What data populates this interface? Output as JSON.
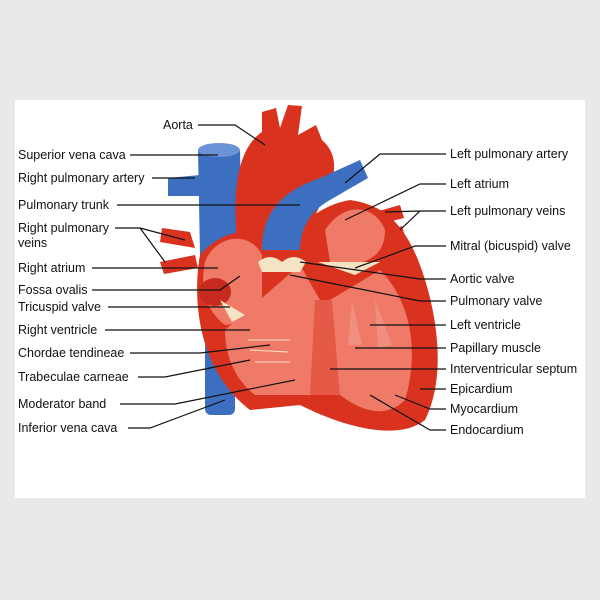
{
  "title": "Internal anatomy of the heart",
  "labels_left": {
    "aorta": "Aorta",
    "superior_vena_cava": "Superior vena cava",
    "right_pulmonary_artery": "Right pulmonary artery",
    "pulmonary_trunk": "Pulmonary trunk",
    "right_pulmonary_veins_1": "Right pulmonary",
    "right_pulmonary_veins_2": "veins",
    "right_atrium": "Right atrium",
    "fossa_ovalis": "Fossa ovalis",
    "tricuspid_valve": "Tricuspid valve",
    "right_ventricle": "Right ventricle",
    "chordae_tendineae": "Chordae tendineae",
    "trabeculae_carneae": "Trabeculae carneae",
    "moderator_band": "Moderator band",
    "inferior_vena_cava": "Inferior vena cava"
  },
  "labels_right": {
    "left_pulmonary_artery": "Left pulmonary artery",
    "left_atrium": "Left atrium",
    "left_pulmonary_veins": "Left pulmonary veins",
    "mitral_valve": "Mitral (bicuspid) valve",
    "aortic_valve": "Aortic valve",
    "pulmonary_valve": "Pulmonary valve",
    "left_ventricle": "Left ventricle",
    "papillary_muscle": "Papillary muscle",
    "interventricular_septum": "Interventricular septum",
    "epicardium": "Epicardium",
    "myocardium": "Myocardium",
    "endocardium": "Endocardium"
  },
  "colors": {
    "vein": "#3d6fc0",
    "artery": "#d9331f",
    "chamber": "#ef7a68",
    "valve": "#f6e3c4"
  }
}
